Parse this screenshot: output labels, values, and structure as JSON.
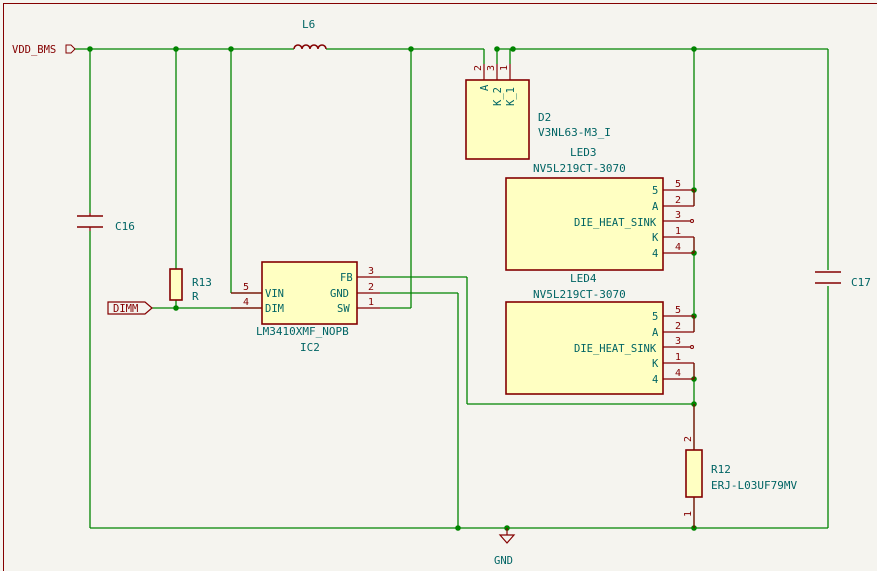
{
  "nets": {
    "vdd": "VDD_BMS",
    "dimm": "DIMM",
    "gnd": "GND"
  },
  "components": {
    "l6": {
      "ref": "L6"
    },
    "c16": {
      "ref": "C16"
    },
    "c17": {
      "ref": "C17"
    },
    "r13": {
      "ref": "R13",
      "value": "R"
    },
    "r12": {
      "ref": "R12",
      "value": "ERJ-L03UF79MV",
      "pins": [
        "2",
        "1"
      ]
    },
    "ic2": {
      "ref": "IC2",
      "value": "LM3410XMF_NOPB",
      "pins_left": [
        {
          "num": "5",
          "name": "VIN"
        },
        {
          "num": "4",
          "name": "DIM"
        }
      ],
      "pins_right": [
        {
          "num": "3",
          "name": "FB"
        },
        {
          "num": "2",
          "name": "GND"
        },
        {
          "num": "1",
          "name": "SW"
        }
      ]
    },
    "d2": {
      "ref": "D2",
      "value": "V3NL63-M3_I",
      "pins": [
        {
          "num": "2",
          "name": "A"
        },
        {
          "num": "3",
          "name": "K_2"
        },
        {
          "num": "1",
          "name": "K_1"
        }
      ]
    },
    "led3": {
      "ref": "LED3",
      "value": "NV5L219CT-3070",
      "pins": [
        {
          "num": "5",
          "name": "5"
        },
        {
          "num": "2",
          "name": "A"
        },
        {
          "num": "3",
          "name": "DIE_HEAT_SINK"
        },
        {
          "num": "1",
          "name": "K"
        },
        {
          "num": "4",
          "name": "4"
        }
      ]
    },
    "led4": {
      "ref": "LED4",
      "value": "NV5L219CT-3070",
      "pins": [
        {
          "num": "5",
          "name": "5"
        },
        {
          "num": "2",
          "name": "A"
        },
        {
          "num": "3",
          "name": "DIE_HEAT_SINK"
        },
        {
          "num": "1",
          "name": "K"
        },
        {
          "num": "4",
          "name": "4"
        }
      ]
    }
  }
}
